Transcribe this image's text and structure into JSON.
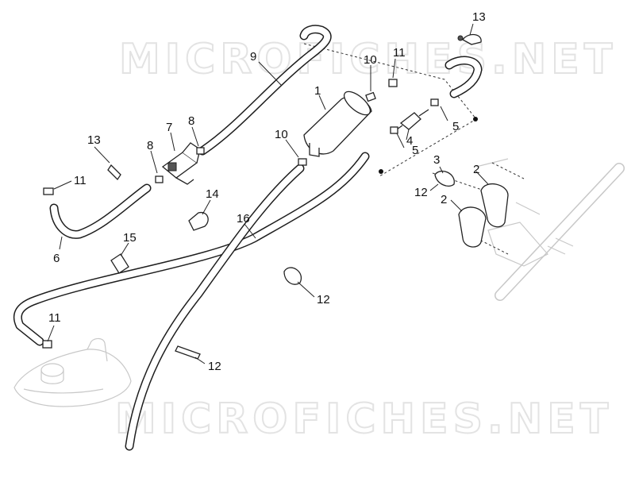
{
  "watermark": {
    "top": "MICROFICHES.NET",
    "bottom": "MICROFICHES.NET"
  },
  "callouts": [
    "13",
    "9",
    "10",
    "11",
    "1",
    "7",
    "8",
    "13",
    "8",
    "5",
    "10",
    "4",
    "5",
    "11",
    "3",
    "2",
    "12",
    "2",
    "14",
    "16",
    "6",
    "15",
    "12",
    "11",
    "12"
  ]
}
